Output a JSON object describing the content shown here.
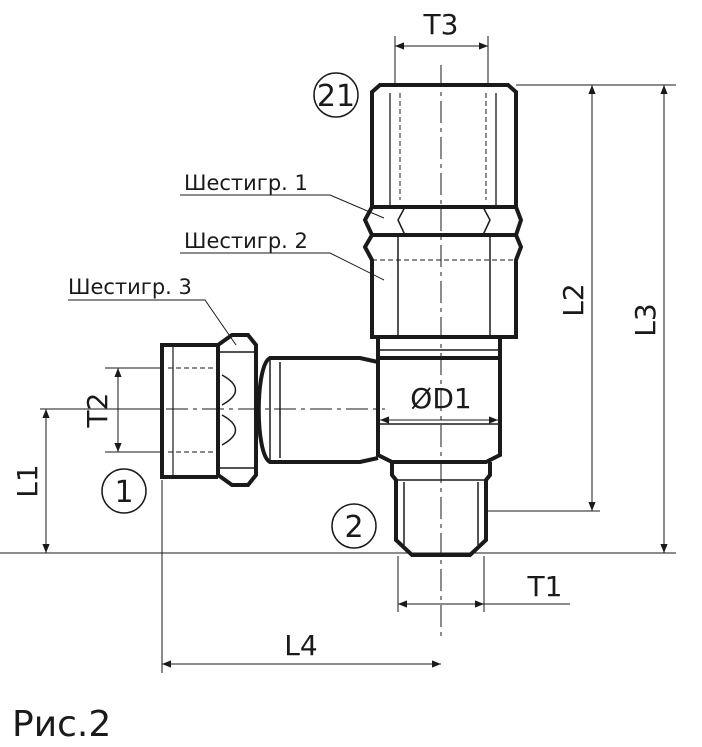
{
  "labels": {
    "hex1": "Шестигр. 1",
    "hex2": "Шестигр. 2",
    "hex3": "Шестигр. 3"
  },
  "dimensions": {
    "t3": "T3",
    "t2": "T2",
    "t1": "T1",
    "l1": "L1",
    "l2": "L2",
    "l3": "L3",
    "l4": "L4",
    "d1": "ØD1"
  },
  "markers": {
    "port1": "1",
    "port2": "2",
    "port21": "21"
  },
  "caption": "Рис.2"
}
